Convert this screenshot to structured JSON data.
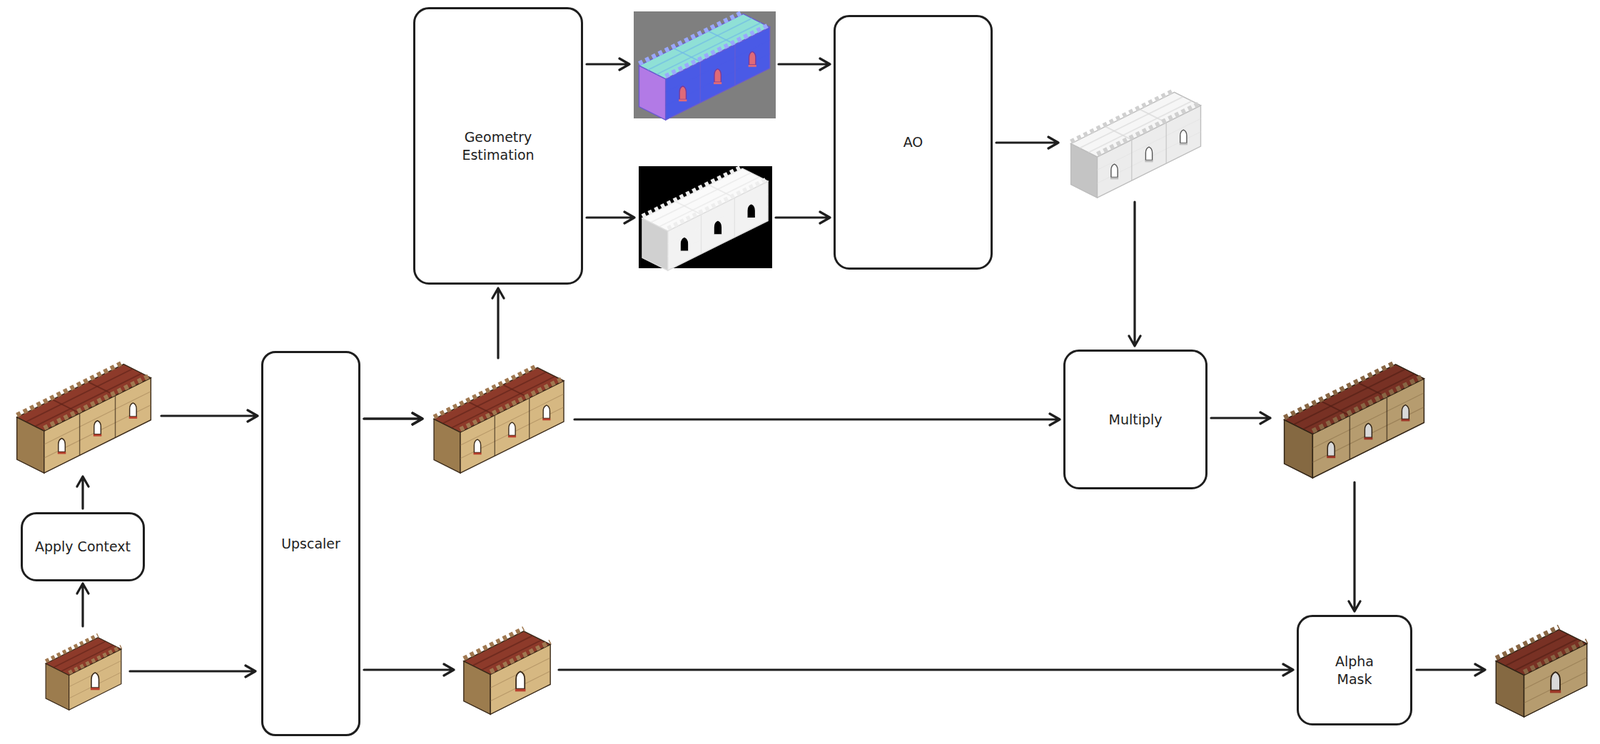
{
  "diagram": {
    "nodes": [
      {
        "text": [
          "Geometry Estimation"
        ]
      },
      {
        "text": [
          "AO"
        ]
      },
      {
        "text": [
          "Apply Context"
        ]
      },
      {
        "text": [
          "Upscaler"
        ]
      },
      {
        "text": [
          "Multiply"
        ]
      },
      {
        "text": [
          "Alpha Mask"
        ]
      }
    ],
    "edges": [
      {
        "from": 2,
        "to": 3,
        "arrow": "to"
      },
      {
        "from": 3,
        "to": 0,
        "arrow": "to"
      },
      {
        "from": 0,
        "to": 1,
        "arrow": "to"
      },
      {
        "from": 0,
        "to": 1,
        "arrow": "to"
      },
      {
        "from": 1,
        "to": 4,
        "arrow": "to"
      },
      {
        "from": 3,
        "to": 4,
        "arrow": "to"
      },
      {
        "from": 4,
        "to": 5,
        "arrow": "to"
      },
      {
        "from": 3,
        "to": 5,
        "arrow": "to"
      }
    ]
  }
}
